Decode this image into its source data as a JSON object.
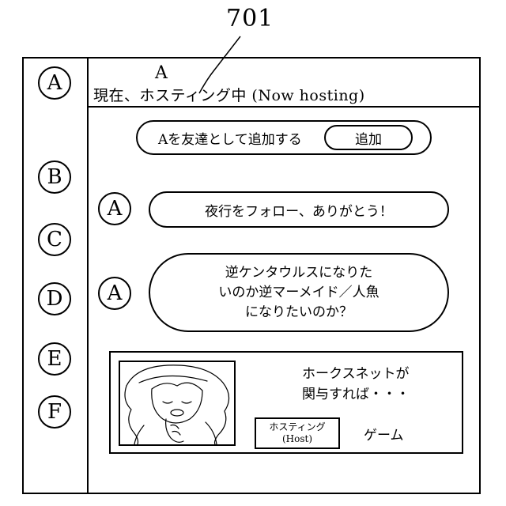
{
  "figure": {
    "reference_number": "701"
  },
  "sidebar": {
    "items": [
      {
        "label": "A"
      },
      {
        "label": "B"
      },
      {
        "label": "C"
      },
      {
        "label": "D"
      },
      {
        "label": "E"
      },
      {
        "label": "F"
      }
    ]
  },
  "header": {
    "host_initial": "A",
    "status": "現在、ホスティング中 (Now hosting)"
  },
  "add_friend": {
    "text": "Aを友達として追加する",
    "button_label": "追加"
  },
  "chat": {
    "messages": [
      {
        "avatar": "A",
        "text": "夜行をフォロー、ありがとう！"
      },
      {
        "avatar": "A",
        "text": "逆ケンタウルスになりた\nいのか逆マーメイド／人魚\nになりたいのか？"
      }
    ]
  },
  "stream_card": {
    "title": "ホークスネットが\n関与すれば・・・",
    "host_tag_line1": "ホスティング",
    "host_tag_line2": "(Host)",
    "category": "ゲーム"
  }
}
